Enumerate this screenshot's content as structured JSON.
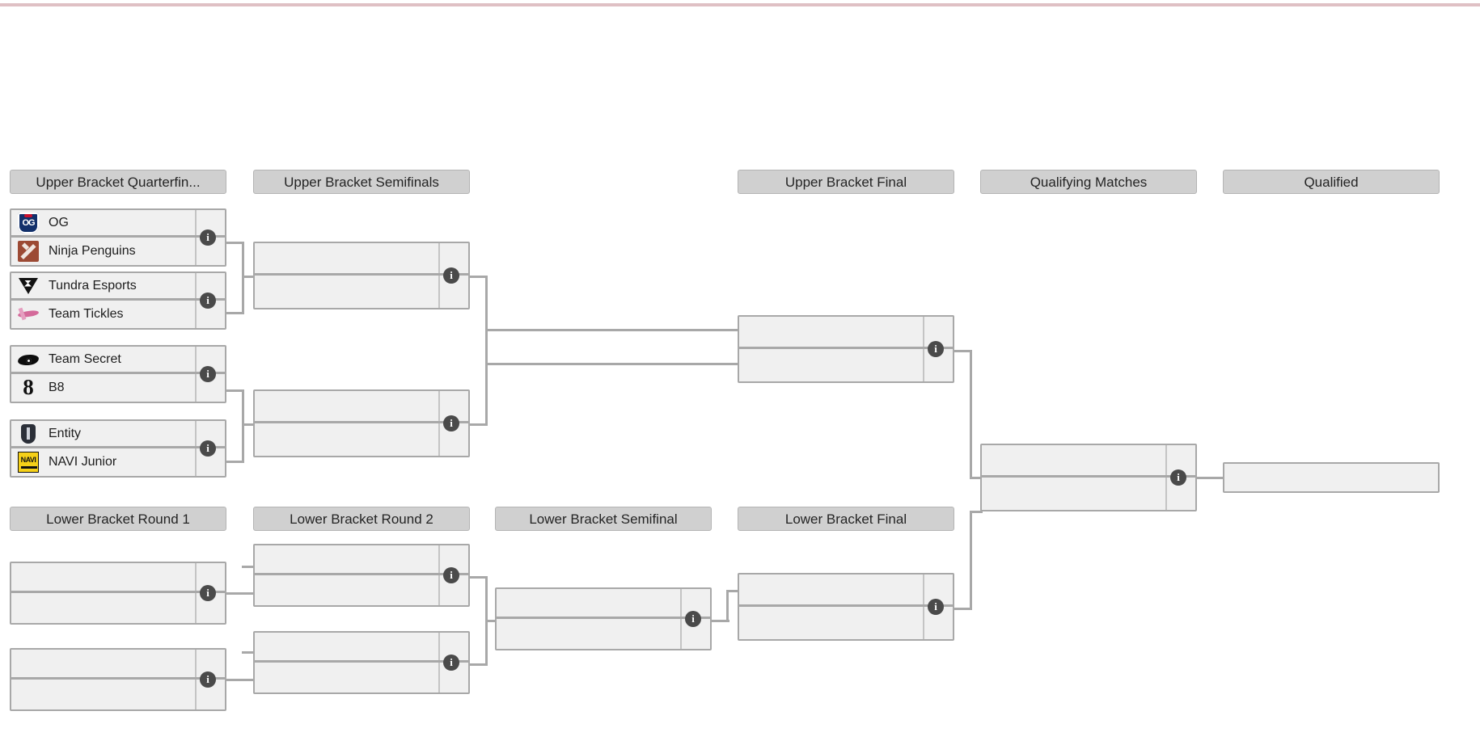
{
  "page": {
    "title": "Tournament Bracket",
    "accent_color": "#dfc0c4",
    "box_fill": "#f0f0f0",
    "box_border": "#a8a8a8",
    "header_fill": "#d0d0d0",
    "info_icon": "info-icon",
    "info_glyph": "i"
  },
  "headers": {
    "ub_quarterfinals": "Upper Bracket Quarterfin...",
    "ub_semifinals": "Upper Bracket Semifinals",
    "ub_final": "Upper Bracket Final",
    "qualifying_matches": "Qualifying Matches",
    "qualified": "Qualified",
    "lb_round1": "Lower Bracket Round 1",
    "lb_round2": "Lower Bracket Round 2",
    "lb_semifinal": "Lower Bracket Semifinal",
    "lb_final": "Lower Bracket Final"
  },
  "upper_quarterfinals": [
    {
      "top": {
        "team": "OG",
        "logo": "og-logo",
        "score": ""
      },
      "bottom": {
        "team": "Ninja Penguins",
        "logo": "dota-logo",
        "score": ""
      }
    },
    {
      "top": {
        "team": "Tundra Esports",
        "logo": "tundra-logo",
        "score": ""
      },
      "bottom": {
        "team": "Team Tickles",
        "logo": "tickles-logo",
        "score": ""
      }
    },
    {
      "top": {
        "team": "Team Secret",
        "logo": "secret-logo",
        "score": ""
      },
      "bottom": {
        "team": "B8",
        "logo": "b8-logo",
        "score": ""
      }
    },
    {
      "top": {
        "team": "Entity",
        "logo": "entity-logo",
        "score": ""
      },
      "bottom": {
        "team": "NAVI Junior",
        "logo": "navi-logo",
        "score": ""
      }
    }
  ],
  "upper_semifinals": [
    {
      "top": {
        "team": "",
        "score": ""
      },
      "bottom": {
        "team": "",
        "score": ""
      }
    },
    {
      "top": {
        "team": "",
        "score": ""
      },
      "bottom": {
        "team": "",
        "score": ""
      }
    }
  ],
  "upper_final": [
    {
      "top": {
        "team": "",
        "score": ""
      },
      "bottom": {
        "team": "",
        "score": ""
      }
    }
  ],
  "qualifying_matches": [
    {
      "top": {
        "team": "",
        "score": ""
      },
      "bottom": {
        "team": "",
        "score": ""
      }
    }
  ],
  "qualified": [
    {
      "team": "",
      "score": ""
    }
  ],
  "lower_round1": [
    {
      "top": {
        "team": "",
        "score": ""
      },
      "bottom": {
        "team": "",
        "score": ""
      }
    },
    {
      "top": {
        "team": "",
        "score": ""
      },
      "bottom": {
        "team": "",
        "score": ""
      }
    }
  ],
  "lower_round2": [
    {
      "top": {
        "team": "",
        "score": ""
      },
      "bottom": {
        "team": "",
        "score": ""
      }
    },
    {
      "top": {
        "team": "",
        "score": ""
      },
      "bottom": {
        "team": "",
        "score": ""
      }
    }
  ],
  "lower_semifinal": [
    {
      "top": {
        "team": "",
        "score": ""
      },
      "bottom": {
        "team": "",
        "score": ""
      }
    }
  ],
  "lower_final": [
    {
      "top": {
        "team": "",
        "score": ""
      },
      "bottom": {
        "team": "",
        "score": ""
      }
    }
  ]
}
